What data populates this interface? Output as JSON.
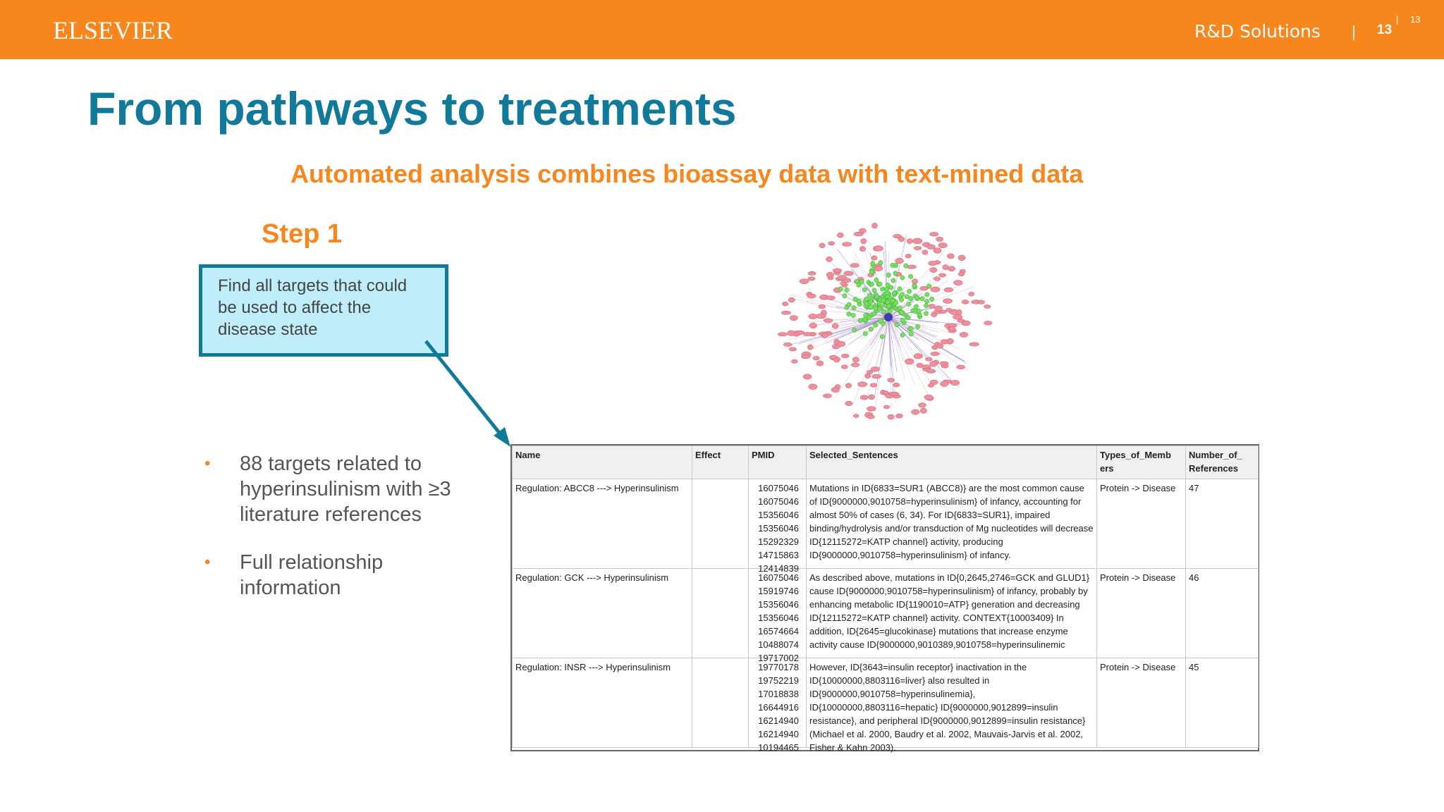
{
  "header": {
    "logo": "ELSEVIER",
    "division": "R&D Solutions",
    "separator": "|",
    "page_number": "13",
    "page_superscript_sep": "|",
    "page_superscript": "13"
  },
  "slide": {
    "title": "From pathways to treatments",
    "subtitle": "Automated analysis combines bioassay data with text-mined data",
    "step_label": "Step 1",
    "callout": "Find all targets that could be used to affect the disease state",
    "bullets": [
      "88 targets related to hyperinsulinism with ≥3 literature references",
      "Full relationship information"
    ]
  },
  "colors": {
    "brand_orange": "#f7861c",
    "title_teal": "#117a9a",
    "callout_fill": "#bfeefa"
  },
  "table": {
    "headers": [
      "Name",
      "Effect",
      "PMID",
      "Selected_Sentences",
      "Types_of_Memb ers",
      "Number_of_ References"
    ],
    "rows": [
      {
        "name": "Regulation: ABCC8 ---> Hyperinsulinism",
        "effect": "",
        "pmids": [
          "16075046",
          "16075046",
          "15356046",
          "15356046",
          "15292329",
          "14715863",
          "12414839"
        ],
        "sentences": "Mutations in ID{6833=SUR1 (ABCC8)} are the most common cause of ID{9000000,9010758=hyperinsulinism} of infancy, accounting for almost 50% of cases (6, 34). For ID{6833=SUR1}, impaired binding/hydrolysis and/or transduction of Mg nucleotides will decrease ID{12115272=KATP channel} activity, producing ID{9000000,9010758=hyperinsulinism} of infancy.",
        "types": "Protein -> Disease",
        "refs": "47"
      },
      {
        "name": "Regulation: GCK ---> Hyperinsulinism",
        "effect": "",
        "pmids": [
          "16075046",
          "15919746",
          "15356046",
          "15356046",
          "16574664",
          "10488074",
          "19717002"
        ],
        "sentences": "As described above, mutations in ID{0,2645,2746=GCK and GLUD1} cause ID{9000000,9010758=hyperinsulinism} of infancy, probably by enhancing metabolic ID{1190010=ATP} generation and decreasing ID{12115272=KATP channel} activity. CONTEXT{10003409} In addition, ID{2645=glucokinase} mutations that increase enzyme activity cause ID{9000000,9010389,9010758=hyperinsulinemic",
        "types": "Protein -> Disease",
        "refs": "46"
      },
      {
        "name": "Regulation: INSR ---> Hyperinsulinism",
        "effect": "",
        "pmids": [
          "19770178",
          "19752219",
          "17018838",
          "16644916",
          "16214940",
          "16214940",
          "10194465"
        ],
        "sentences": "However, ID{3643=insulin receptor} inactivation in the ID{10000000,8803116=liver} also resulted in ID{9000000,9010758=hyperinsulinemia}, ID{10000000,8803116=hepatic} ID{9000000,9012899=insulin resistance}, and peripheral ID{9000000,9012899=insulin resistance} (Michael et al. 2000, Baudry et al. 2002, Mauvais-Jarvis et al. 2002, Fisher & Kahn 2003).",
        "types": "Protein -> Disease",
        "refs": "45"
      }
    ]
  }
}
